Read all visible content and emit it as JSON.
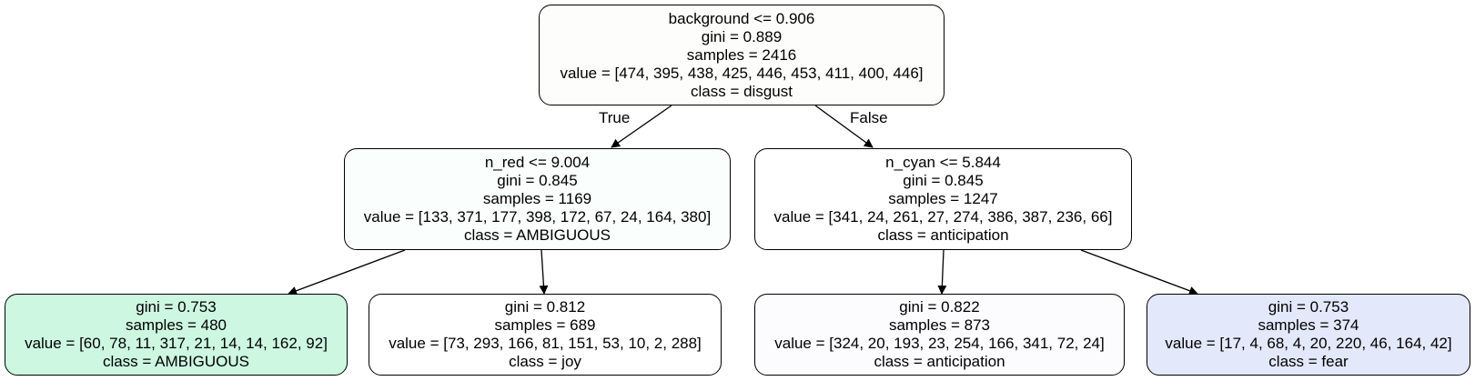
{
  "nodes": {
    "n0": {
      "fill": "#fdfefb",
      "lines": [
        "background <= 0.906",
        "gini = 0.889",
        "samples = 2416",
        "value = [474, 395, 438, 425, 446, 453, 411, 400, 446]",
        "class = disgust"
      ]
    },
    "n1": {
      "fill": "#fafefd",
      "lines": [
        "n_red <= 9.004",
        "gini = 0.845",
        "samples = 1169",
        "value = [133, 371, 177, 398, 172, 67, 24, 164, 380]",
        "class = AMBIGUOUS"
      ]
    },
    "n2": {
      "fill": "#ffffff",
      "lines": [
        "n_cyan <= 5.844",
        "gini = 0.845",
        "samples = 1247",
        "value = [341, 24, 261, 27, 274, 386, 387, 236, 66]",
        "class = anticipation"
      ]
    },
    "n3": {
      "fill": "#cdf7e1",
      "lines": [
        "gini = 0.753",
        "samples = 480",
        "value = [60, 78, 11, 317, 21, 14, 14, 162, 92]",
        "class = AMBIGUOUS"
      ]
    },
    "n4": {
      "fill": "#ffffff",
      "lines": [
        "gini = 0.812",
        "samples = 689",
        "value = [73, 293, 166, 81, 151, 53, 10, 2, 288]",
        "class = joy"
      ]
    },
    "n5": {
      "fill": "#fcfbfe",
      "lines": [
        "gini = 0.822",
        "samples = 873",
        "value = [324, 20, 193, 23, 254, 166, 341, 72, 24]",
        "class = anticipation"
      ]
    },
    "n6": {
      "fill": "#e3e8fb",
      "lines": [
        "gini = 0.753",
        "samples = 374",
        "value = [17, 4, 68, 4, 20, 220, 46, 164, 42]",
        "class = fear"
      ]
    }
  },
  "edges": [
    {
      "from": "n0",
      "to": "n1",
      "label": "True"
    },
    {
      "from": "n0",
      "to": "n2",
      "label": "False"
    },
    {
      "from": "n1",
      "to": "n3",
      "label": ""
    },
    {
      "from": "n1",
      "to": "n4",
      "label": ""
    },
    {
      "from": "n2",
      "to": "n5",
      "label": ""
    },
    {
      "from": "n2",
      "to": "n6",
      "label": ""
    }
  ],
  "edge_color": "#000000"
}
